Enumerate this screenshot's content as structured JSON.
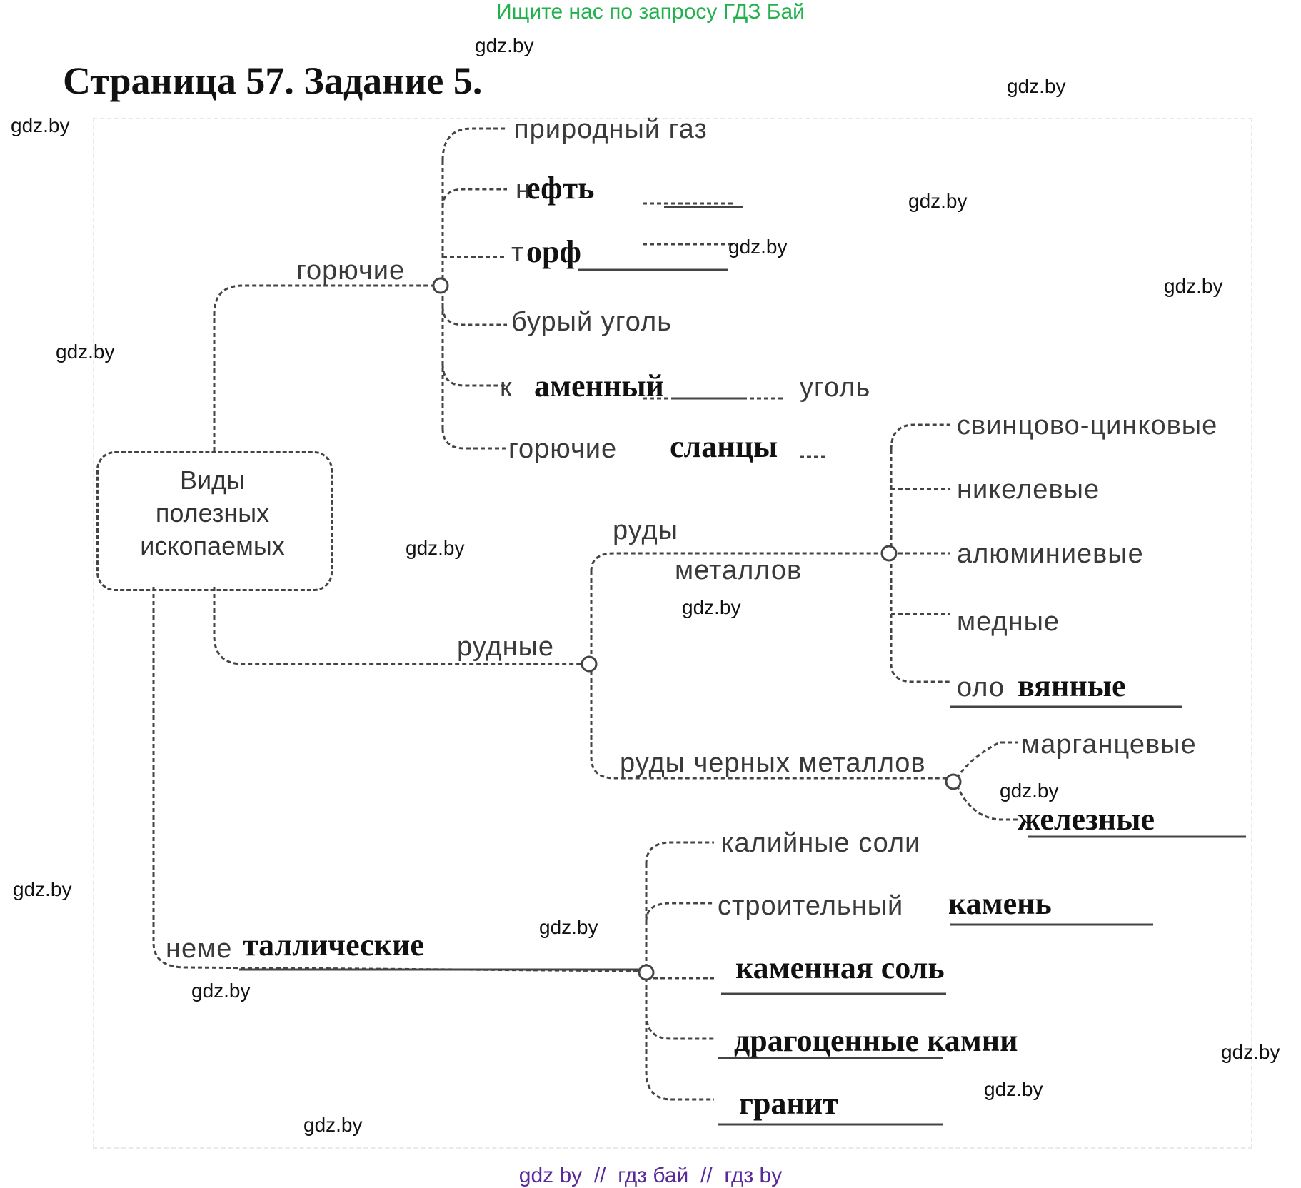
{
  "header": {
    "banner": "Ищите нас по запросу ГДЗ Бай"
  },
  "title": "Страница 57. Задание 5.",
  "watermark": "gdz.by",
  "footer": {
    "links": [
      "gdz by",
      "гдз бай",
      "гдз by"
    ],
    "separator": "//"
  },
  "diagram": {
    "center": [
      "Виды",
      "полезных",
      "ископаемых"
    ],
    "branches": {
      "combustible": {
        "label": "горючие",
        "items": [
          {
            "printed": "природный газ",
            "handwritten": ""
          },
          {
            "printed": "н",
            "handwritten": "ефть"
          },
          {
            "printed": "т",
            "handwritten": "орф"
          },
          {
            "printed": "бурый уголь",
            "handwritten": ""
          },
          {
            "printed": "к",
            "handwritten": "аменный",
            "suffix": "уголь"
          },
          {
            "printed": "горючие",
            "handwritten": "сланцы"
          }
        ]
      },
      "ore": {
        "label": "рудные",
        "nonferrous": {
          "label_line1": "руды",
          "label_line2": "металлов",
          "items": [
            {
              "printed": "свинцово-цинковые",
              "handwritten": ""
            },
            {
              "printed": "никелевые",
              "handwritten": ""
            },
            {
              "printed": "алюминиевые",
              "handwritten": ""
            },
            {
              "printed": "медные",
              "handwritten": ""
            },
            {
              "printed": "оло",
              "handwritten": "вянные"
            }
          ]
        },
        "ferrous": {
          "label": "руды черных металлов",
          "items": [
            {
              "printed": "марганцевые",
              "handwritten": ""
            },
            {
              "printed": "",
              "handwritten": "железные"
            }
          ]
        }
      },
      "nonmetallic": {
        "label_printed": "неме",
        "label_handwritten": "таллические",
        "items": [
          {
            "printed": "калийные соли",
            "handwritten": ""
          },
          {
            "printed": "строительный",
            "handwritten": "камень"
          },
          {
            "printed": "",
            "handwritten": "каменная соль"
          },
          {
            "printed": "",
            "handwritten": "драгоценные камни"
          },
          {
            "printed": "",
            "handwritten": "гранит"
          }
        ]
      }
    }
  },
  "colors": {
    "banner": "#22b14c",
    "footer": "#5b2a9a",
    "ink": "#111111",
    "print": "#3a3a3a"
  }
}
